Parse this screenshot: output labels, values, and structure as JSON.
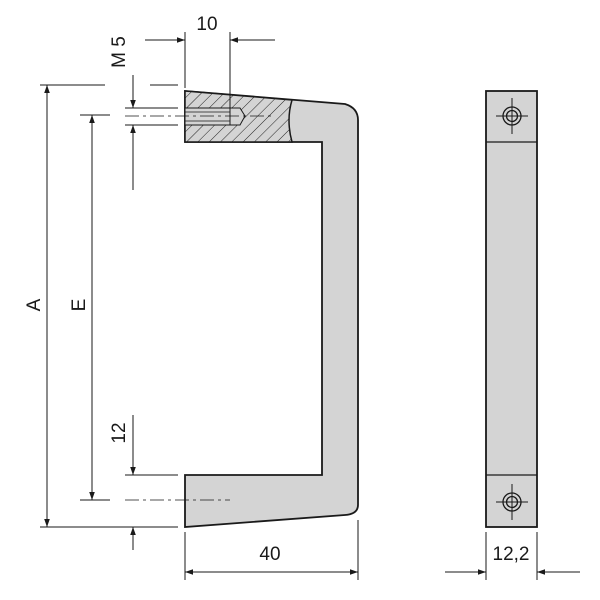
{
  "dimensions": {
    "width_slot": "10",
    "thread": "M 5",
    "overall_length": "A",
    "hole_spacing": "E",
    "leg_height": "12",
    "depth": "40",
    "thickness": "12,2"
  },
  "colors": {
    "fill": "#d4d4d4",
    "line": "#1a1a1a"
  }
}
